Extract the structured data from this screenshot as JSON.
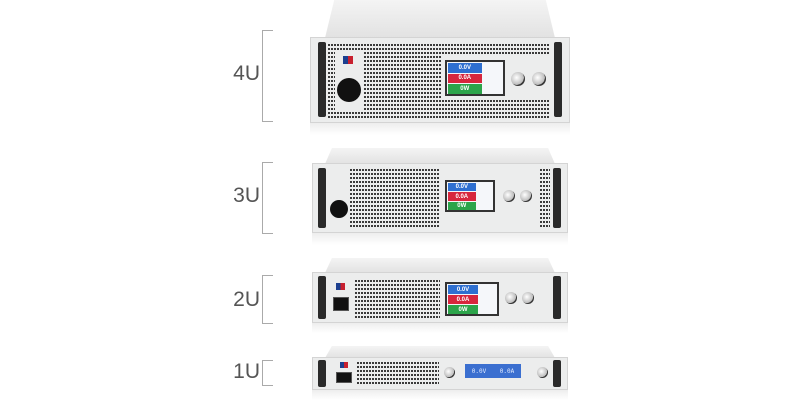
{
  "units": [
    {
      "label": "4U",
      "screen": {
        "voltage": "0.0V",
        "current": "0.0A",
        "power": "0W"
      }
    },
    {
      "label": "3U",
      "screen": {
        "voltage": "0.0V",
        "current": "0.0A",
        "power": "0W"
      }
    },
    {
      "label": "2U",
      "screen": {
        "voltage": "0.0V",
        "current": "0.0A",
        "power": "0W"
      }
    },
    {
      "label": "1U",
      "lcd": {
        "left": "0.0V",
        "right": "0.0A"
      }
    }
  ],
  "colors": {
    "voltage": "#2e6fd0",
    "current": "#d7263d",
    "power": "#2ca44a",
    "lcd": "#3b6fd0"
  }
}
